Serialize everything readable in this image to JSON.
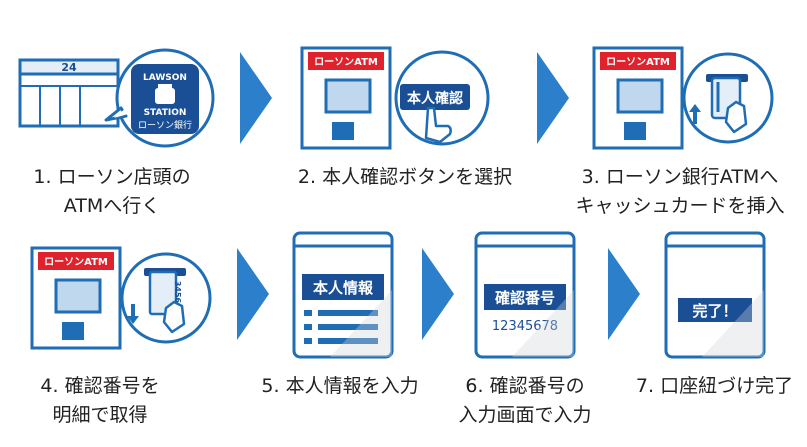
{
  "colors": {
    "blue": "#1f6db5",
    "dark_blue": "#1a4f95",
    "light_blue": "#e3eef8",
    "screen_blue": "#bfd8ee",
    "red": "#e0222c",
    "arrow": "#2c7fcb",
    "gray": "#cfd3d8"
  },
  "steps": [
    {
      "number": "1.",
      "caption_lines": [
        "1. ローソン店頭の",
        "ATMへ行く"
      ],
      "store_number": "24",
      "logo_top": "LAWSON",
      "logo_bottom": "STATION",
      "logo_label": "ローソン銀行",
      "icon": "store-icon"
    },
    {
      "caption_lines": [
        "2. 本人確認ボタンを選択"
      ],
      "atm_label": "ローソンATM",
      "button_label": "本人確認",
      "icon": "atm-icon"
    },
    {
      "caption_lines": [
        "3. ローソン銀行ATMへ",
        "キャッシュカードを挿入"
      ],
      "atm_label": "ローソンATM",
      "icon": "card-insert-icon"
    },
    {
      "caption_lines": [
        "4. 確認番号を",
        "明細で取得"
      ],
      "atm_label": "ローソンATM",
      "receipt_digits": "3456",
      "icon": "receipt-icon"
    },
    {
      "caption_lines": [
        "5. 本人情報を入力"
      ],
      "screen_label": "本人情報",
      "icon": "phone-icon"
    },
    {
      "caption_lines": [
        "6. 確認番号の",
        "入力画面で入力"
      ],
      "screen_label": "確認番号",
      "code": "12345678",
      "icon": "phone-icon"
    },
    {
      "caption_lines": [
        "7. 口座紐づけ完了"
      ],
      "screen_label": "完了！",
      "icon": "phone-icon"
    }
  ]
}
